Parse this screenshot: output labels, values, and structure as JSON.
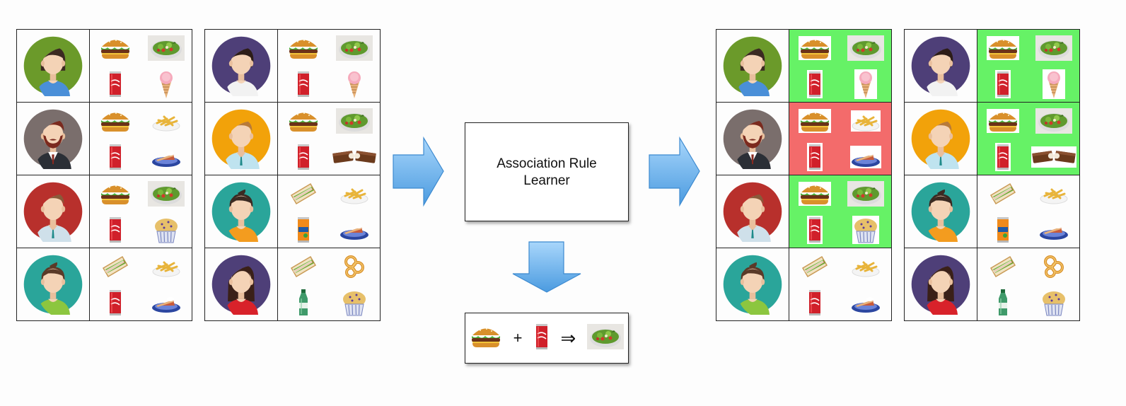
{
  "learner": {
    "line1": "Association Rule",
    "line2": "Learner"
  },
  "rule": {
    "plus": "+",
    "implies": "⇒",
    "antecedent": [
      "burger-icon",
      "cola-can-icon"
    ],
    "consequent": "salad-icon"
  },
  "colors": {
    "arrow": "#5aa9e6",
    "highlight_match": "#66f266",
    "highlight_miss": "#f36b6b"
  },
  "input_tables": [
    {
      "rows": [
        {
          "avatar": {
            "bg": "#6b9a2a",
            "gender": "f",
            "hair": "#3b2a22",
            "shirt": "#4a8fd8",
            "style": "bob"
          },
          "items": [
            "burger-icon",
            "salad-icon",
            "cola-can-icon",
            "ice-cream-icon"
          ]
        },
        {
          "avatar": {
            "bg": "#7a6e6c",
            "gender": "m",
            "hair": "#7b2a1e",
            "shirt": "#2b2f36",
            "style": "beard"
          },
          "items": [
            "burger-icon",
            "fries-icon",
            "cola-can-icon",
            "pie-icon"
          ]
        },
        {
          "avatar": {
            "bg": "#b8302c",
            "gender": "m",
            "hair": "#8a5a3a",
            "shirt": "#cfe0ea",
            "style": "short"
          },
          "items": [
            "burger-icon",
            "salad-icon",
            "cola-can-icon",
            "muffin-icon"
          ]
        },
        {
          "avatar": {
            "bg": "#2aa59a",
            "gender": "f",
            "hair": "#5a3a28",
            "shirt": "#8cc63f",
            "style": "bun"
          },
          "items": [
            "sandwich-icon",
            "fries-icon",
            "cola-can-icon",
            "pie-icon"
          ]
        }
      ]
    },
    {
      "rows": [
        {
          "avatar": {
            "bg": "#4e3f78",
            "gender": "f",
            "hair": "#2d1d18",
            "shirt": "#f2f2f2",
            "style": "ponytail"
          },
          "items": [
            "burger-icon",
            "salad-icon",
            "cola-can-icon",
            "ice-cream-icon"
          ]
        },
        {
          "avatar": {
            "bg": "#f2a20a",
            "gender": "m",
            "hair": "#b77a3a",
            "shirt": "#bfe3ef",
            "style": "short"
          },
          "items": [
            "burger-icon",
            "salad-icon",
            "cola-can-icon",
            "chocolate-icon"
          ]
        },
        {
          "avatar": {
            "bg": "#2aa59a",
            "gender": "f",
            "hair": "#3b2a22",
            "shirt": "#f39c1f",
            "style": "bun"
          },
          "items": [
            "sandwich-icon",
            "fries-icon",
            "fanta-can-icon",
            "pie-icon"
          ]
        },
        {
          "avatar": {
            "bg": "#4e3f78",
            "gender": "f",
            "hair": "#3a2018",
            "shirt": "#d8222a",
            "style": "long"
          },
          "items": [
            "sandwich-icon",
            "onion-rings-icon",
            "water-bottle-icon",
            "muffin-icon"
          ]
        }
      ]
    }
  ],
  "output_tables": [
    {
      "rows": [
        {
          "avatar": {
            "bg": "#6b9a2a",
            "gender": "f",
            "hair": "#3b2a22",
            "shirt": "#4a8fd8",
            "style": "bob"
          },
          "items": [
            "burger-icon",
            "salad-icon",
            "cola-can-icon",
            "ice-cream-icon"
          ],
          "highlight": "match"
        },
        {
          "avatar": {
            "bg": "#7a6e6c",
            "gender": "m",
            "hair": "#7b2a1e",
            "shirt": "#2b2f36",
            "style": "beard"
          },
          "items": [
            "burger-icon",
            "fries-icon",
            "cola-can-icon",
            "pie-icon"
          ],
          "highlight": "miss"
        },
        {
          "avatar": {
            "bg": "#b8302c",
            "gender": "m",
            "hair": "#8a5a3a",
            "shirt": "#cfe0ea",
            "style": "short"
          },
          "items": [
            "burger-icon",
            "salad-icon",
            "cola-can-icon",
            "muffin-icon"
          ],
          "highlight": "match"
        },
        {
          "avatar": {
            "bg": "#2aa59a",
            "gender": "f",
            "hair": "#5a3a28",
            "shirt": "#8cc63f",
            "style": "bun"
          },
          "items": [
            "sandwich-icon",
            "fries-icon",
            "cola-can-icon",
            "pie-icon"
          ],
          "highlight": "none"
        }
      ]
    },
    {
      "rows": [
        {
          "avatar": {
            "bg": "#4e3f78",
            "gender": "f",
            "hair": "#2d1d18",
            "shirt": "#f2f2f2",
            "style": "ponytail"
          },
          "items": [
            "burger-icon",
            "salad-icon",
            "cola-can-icon",
            "ice-cream-icon"
          ],
          "highlight": "match"
        },
        {
          "avatar": {
            "bg": "#f2a20a",
            "gender": "m",
            "hair": "#b77a3a",
            "shirt": "#bfe3ef",
            "style": "short"
          },
          "items": [
            "burger-icon",
            "salad-icon",
            "cola-can-icon",
            "chocolate-icon"
          ],
          "highlight": "match"
        },
        {
          "avatar": {
            "bg": "#2aa59a",
            "gender": "f",
            "hair": "#3b2a22",
            "shirt": "#f39c1f",
            "style": "bun"
          },
          "items": [
            "sandwich-icon",
            "fries-icon",
            "fanta-can-icon",
            "pie-icon"
          ],
          "highlight": "none"
        },
        {
          "avatar": {
            "bg": "#4e3f78",
            "gender": "f",
            "hair": "#3a2018",
            "shirt": "#d8222a",
            "style": "long"
          },
          "items": [
            "sandwich-icon",
            "onion-rings-icon",
            "water-bottle-icon",
            "muffin-icon"
          ],
          "highlight": "none"
        }
      ]
    }
  ]
}
